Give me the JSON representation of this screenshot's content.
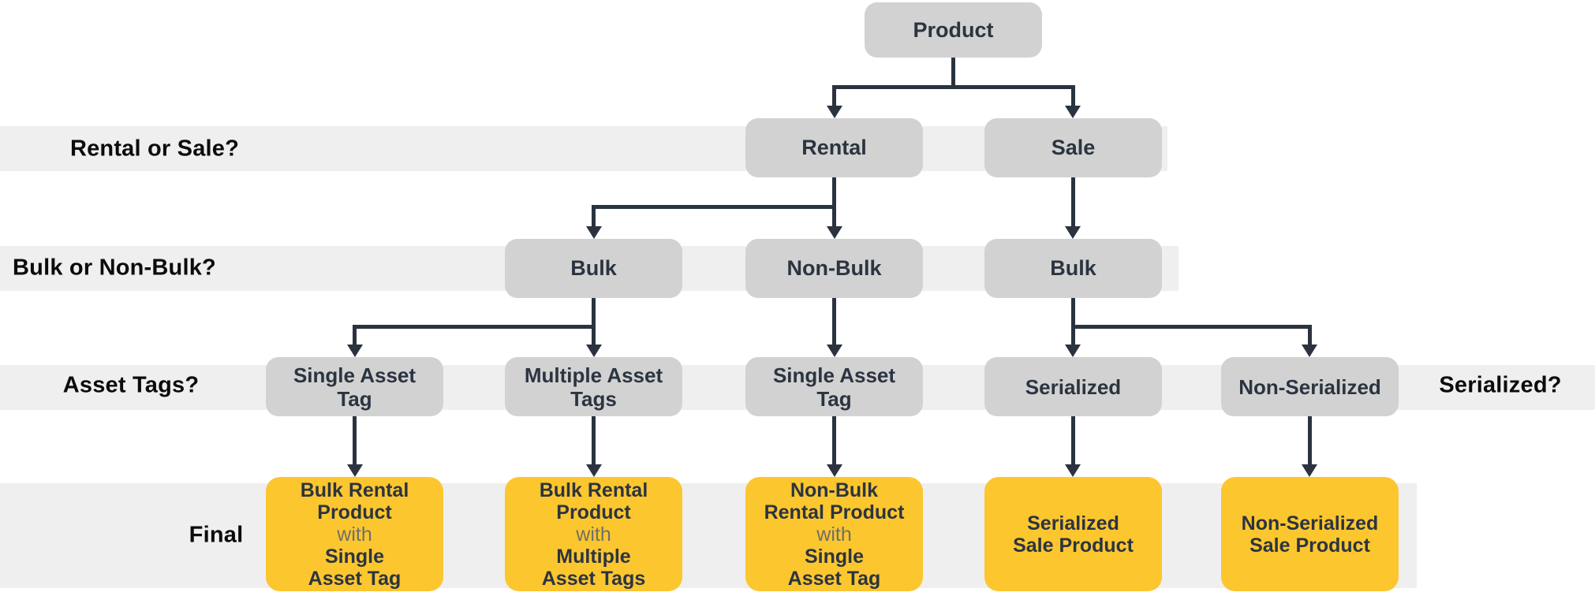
{
  "colors": {
    "node_fill": "#D2D2D2",
    "band_fill": "#EFEFEF",
    "final_fill": "#FCC62F",
    "arrow": "#2A333F",
    "node_text": "#2B3440",
    "label_text": "#0B0B0B",
    "with_text": "#6E7065"
  },
  "row_labels": {
    "row2": "Rental or Sale?",
    "row3": "Bulk or Non-Bulk?",
    "row4_left": "Asset Tags?",
    "row4_right": "Serialized?",
    "final": "Final"
  },
  "nodes": {
    "product": "Product",
    "level2": [
      "Rental",
      "Sale"
    ],
    "level3": [
      "Bulk",
      "Non-Bulk",
      "Bulk"
    ],
    "level4": [
      {
        "lines": [
          "Single Asset",
          "Tag"
        ]
      },
      {
        "lines": [
          "Multiple Asset",
          "Tags"
        ]
      },
      {
        "lines": [
          "Single Asset",
          "Tag"
        ]
      },
      {
        "lines": [
          "Serialized"
        ]
      },
      {
        "lines": [
          "Non-Serialized"
        ]
      }
    ],
    "final": [
      {
        "top": [
          "Bulk Rental",
          "Product"
        ],
        "connector": "with",
        "bottom": [
          "Single",
          "Asset Tag"
        ]
      },
      {
        "top": [
          "Bulk Rental",
          "Product"
        ],
        "connector": "with",
        "bottom": [
          "Multiple",
          "Asset Tags"
        ]
      },
      {
        "top": [
          "Non-Bulk",
          "Rental Product"
        ],
        "connector": "with",
        "bottom": [
          "Single",
          "Asset Tag"
        ]
      },
      {
        "top": [
          "Serialized",
          "Sale Product"
        ]
      },
      {
        "top": [
          "Non-Serialized",
          "Sale Product"
        ]
      }
    ]
  }
}
